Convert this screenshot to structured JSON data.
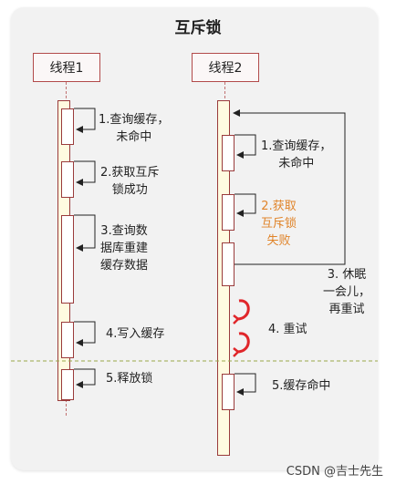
{
  "title": "互斥锁",
  "threads": {
    "t1": "线程1",
    "t2": "线程2"
  },
  "thread1_steps": [
    {
      "text": "1.查询缓存，\n未命中"
    },
    {
      "text": "2.获取互斥\n锁成功"
    },
    {
      "text": "3.查询数\n据库重建\n缓存数据"
    },
    {
      "text": "4.写入缓存"
    },
    {
      "text": "5.释放锁"
    }
  ],
  "thread2_steps": [
    {
      "text": "1.查询缓存，\n未命中"
    },
    {
      "text": "2.获取\n互斥锁\n失败",
      "color": "#e0842a"
    },
    {
      "text": "3. 休眠\n一会儿，\n再重试"
    },
    {
      "text": "4. 重试"
    },
    {
      "text": "5.缓存命中"
    }
  ],
  "colors": {
    "border": "#9a3b3b",
    "bar_fill": "#fffbe0",
    "divider": "#9aa84a",
    "retry_icon": "#e0262a",
    "fail_text": "#e0842a"
  },
  "icons": [
    "retry-loop-icon",
    "retry-loop-icon"
  ],
  "watermark": "CSDN @吉士先生"
}
